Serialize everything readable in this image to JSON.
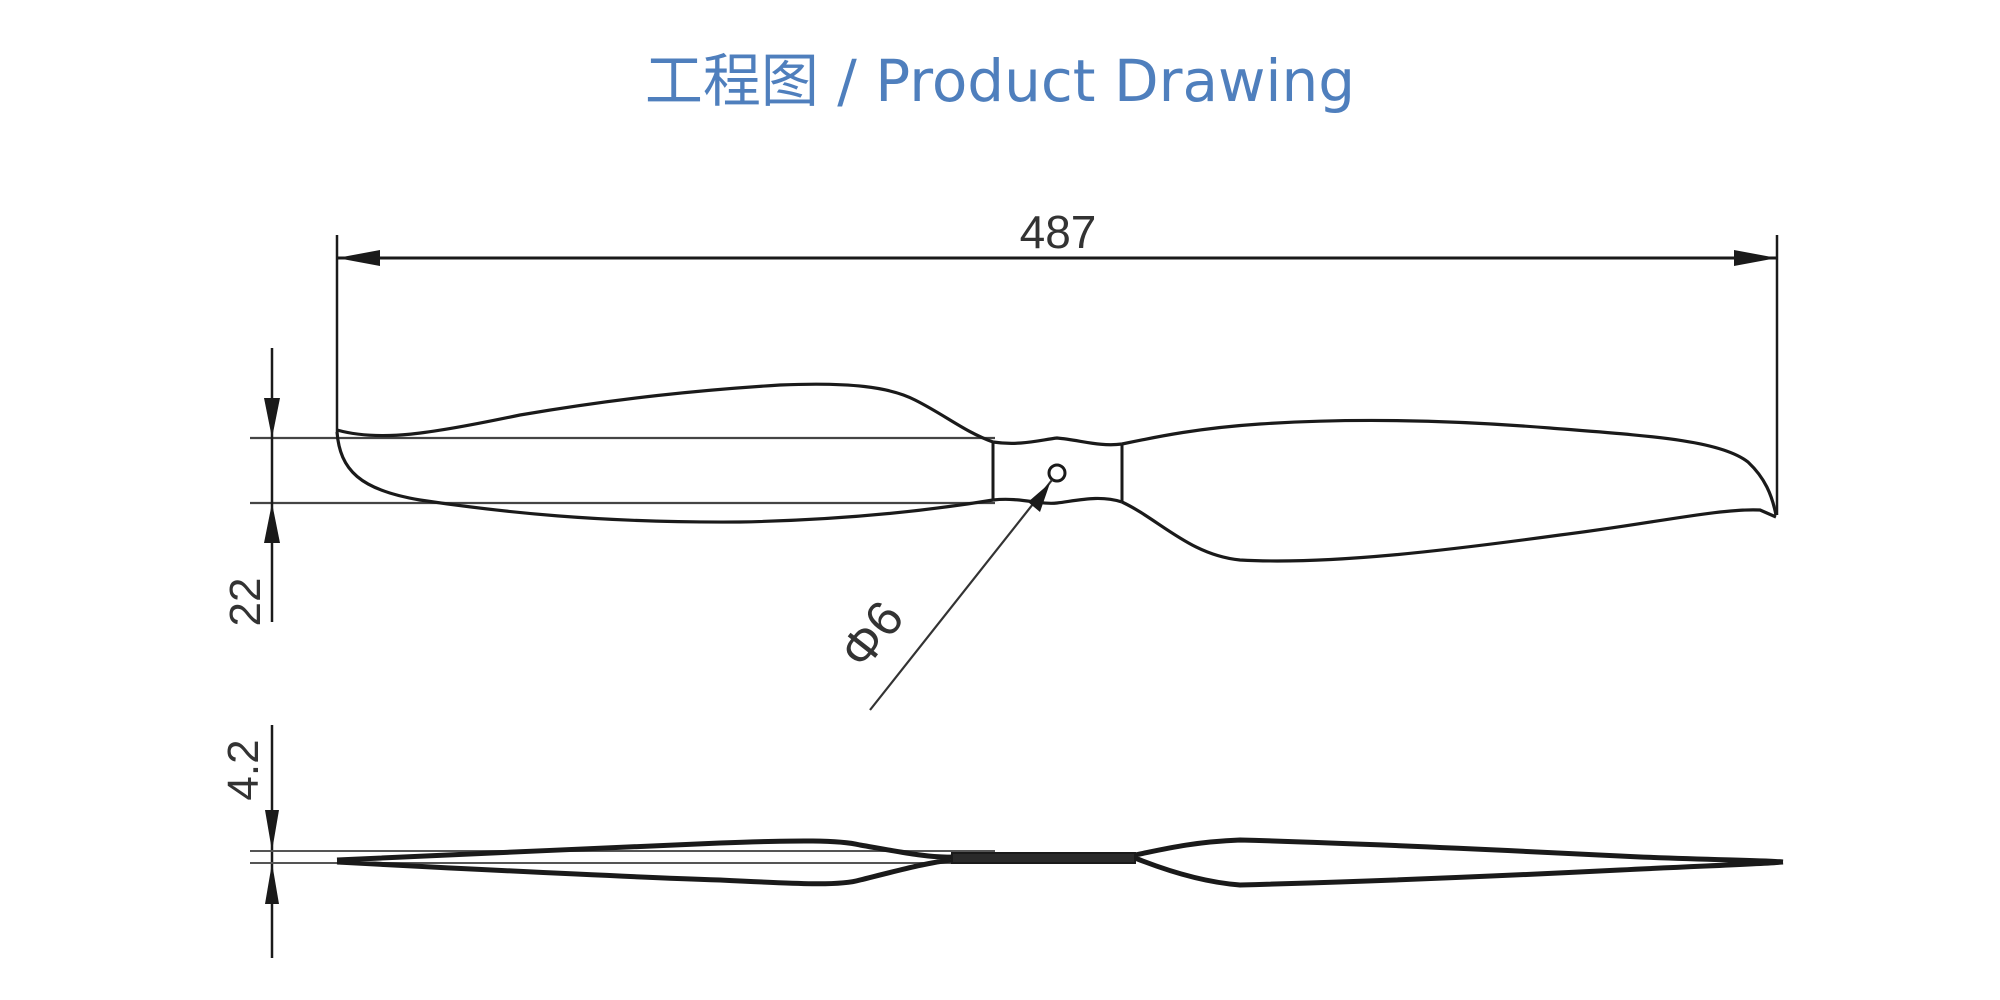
{
  "header": {
    "title": "工程图 / Product Drawing",
    "title_color": "#4f7fbd"
  },
  "drawing": {
    "subject": "two-blade propeller",
    "views": [
      "top-view",
      "side-view"
    ],
    "dimensions": {
      "overall_length": "487",
      "hub_width": "22",
      "hole_diameter": "Φ6",
      "hub_thickness": "4.2"
    },
    "line_color": "#1a1a1a"
  }
}
